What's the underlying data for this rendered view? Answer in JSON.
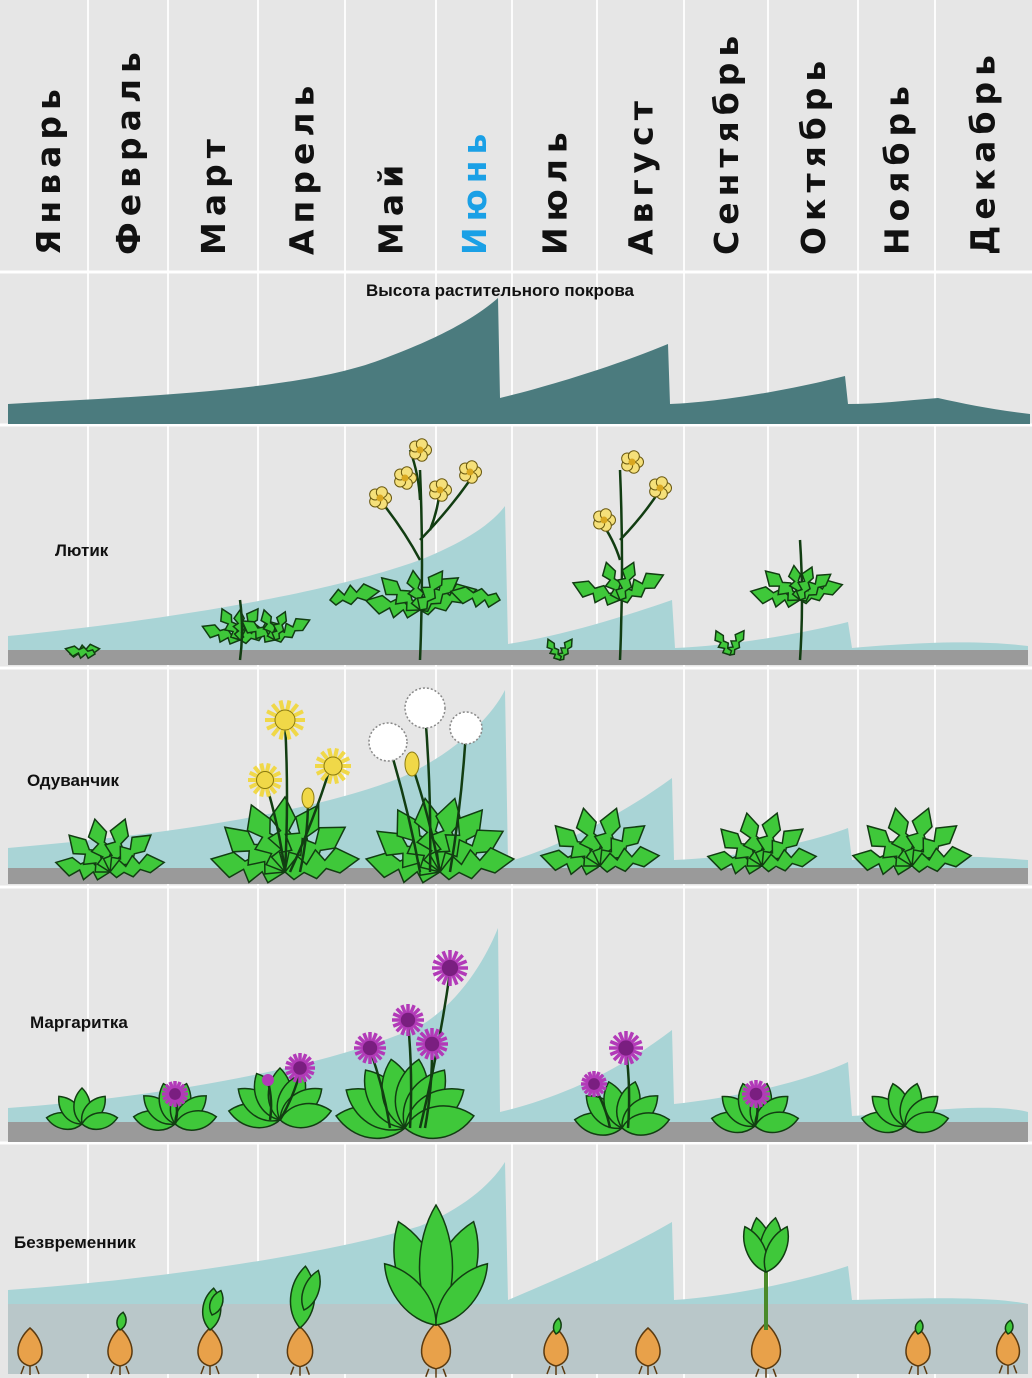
{
  "months": [
    "Январь",
    "Февраль",
    "Март",
    "Апрель",
    "Май",
    "Июнь",
    "Июль",
    "Август",
    "Сентябрь",
    "Октябрь",
    "Ноябрь",
    "Декабрь"
  ],
  "highlight_month": "Июнь",
  "colors": {
    "background": "#e6e6e6",
    "month_text": "#111111",
    "highlight_text": "#1aa0e6",
    "vegetation_height": "#4b7b7e",
    "cover": "#a9d4d6",
    "ground": "#9a9a9a",
    "soil": "#b9c7c9",
    "leaf": "#3fc83a",
    "leaf_outline": "#123d12",
    "buttercup_flower": "#f5e07a",
    "dandelion_yellow": "#f0d848",
    "dandelion_seed": "#ffffff",
    "daisy_flower": "#b23ab8",
    "bulb": "#e8a14a"
  },
  "vegetation_height_caption": "Высота растительного покрова",
  "panels": [
    {
      "id": "buttercup",
      "label": "Лютик"
    },
    {
      "id": "dandelion",
      "label": "Одуванчик"
    },
    {
      "id": "daisy",
      "label": "Маргаритка"
    },
    {
      "id": "colchicum",
      "label": "Безвременник"
    }
  ]
}
